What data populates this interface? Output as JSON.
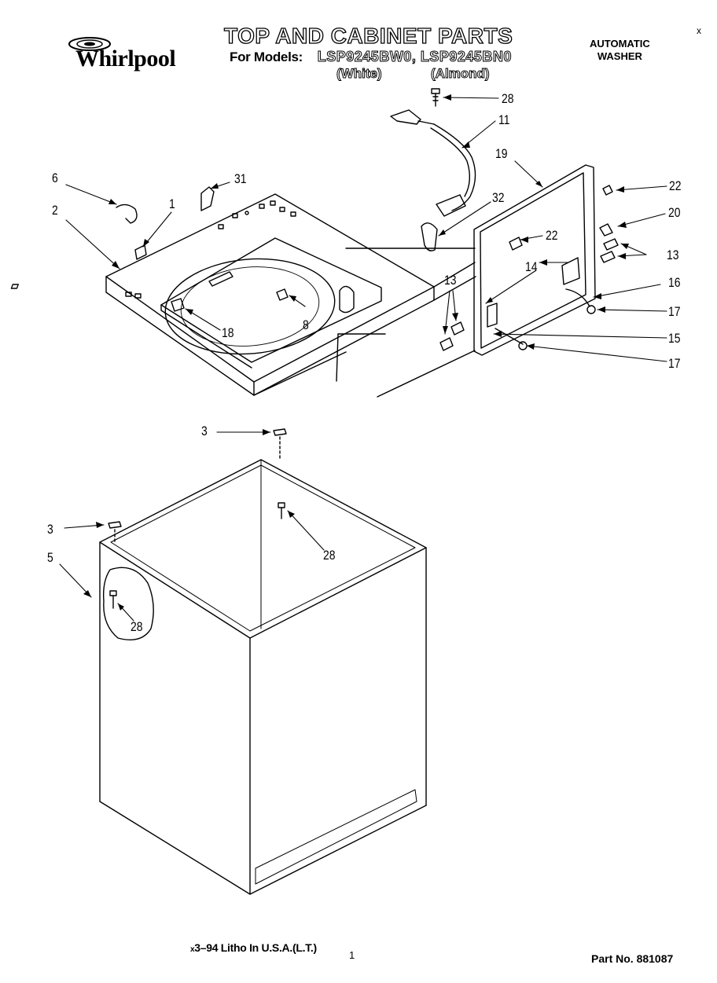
{
  "header": {
    "brand": "Whirlpool",
    "title": "TOP AND CABINET PARTS",
    "models_label": "For Models:",
    "models": "LSP9245BW0, LSP9245BN0",
    "color_white": "(White)",
    "color_almond": "(Almond)",
    "product_line1": "AUTOMATIC",
    "product_line2": "WASHER",
    "corner_mark": "x"
  },
  "callouts": {
    "c28_top": "28",
    "c11": "11",
    "c19": "19",
    "c22_right": "22",
    "c22_mid": "22",
    "c20": "20",
    "c13_right": "13",
    "c16": "16",
    "c17_upper": "17",
    "c15": "15",
    "c17_lower": "17",
    "c14": "14",
    "c13_left": "13",
    "c32": "32",
    "c31": "31",
    "c6": "6",
    "c1": "1",
    "c2": "2",
    "c8": "8",
    "c18": "18",
    "c3_upper": "3",
    "c3_lower": "3",
    "c28_mid": "28",
    "c5": "5",
    "c28_low": "28"
  },
  "footer": {
    "mark": "x",
    "litho": "3–94 Litho In U.S.A.(L.T.)",
    "page": "1",
    "part_no": "Part No. 881087"
  }
}
